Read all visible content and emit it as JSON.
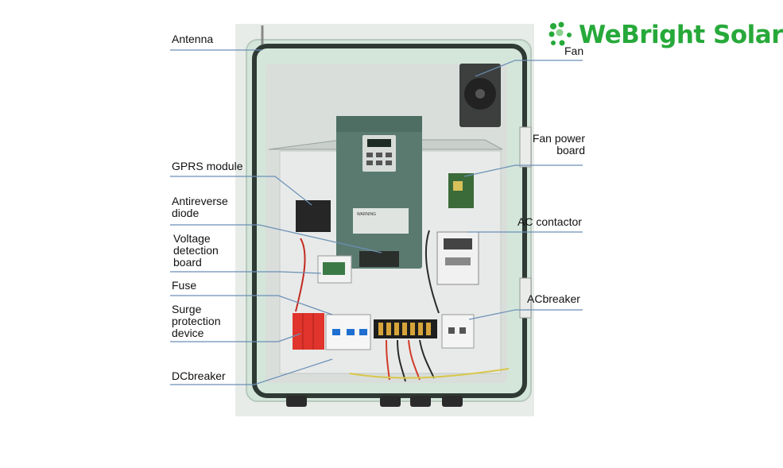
{
  "brand": {
    "name": "WeBright Solar",
    "color": "#27a93a"
  },
  "labels": {
    "antenna": "Antenna",
    "gprs_module": "GPRS  module",
    "antireverse_diode": [
      "Antireverse",
      "diode"
    ],
    "voltage_detection_board": [
      "Voltage",
      "detection",
      "board"
    ],
    "fuse": "Fuse",
    "surge_protection_device": [
      "Surge",
      "protection",
      "device"
    ],
    "dc_breaker": "DCbreaker",
    "fan": "Fan",
    "fan_power_board": [
      "Fan power",
      "board"
    ],
    "ac_contactor": "AC contactor",
    "ac_breaker": "ACbreaker"
  },
  "inverter_panel": {
    "warning_label": "WARNING"
  },
  "colors": {
    "leader_line": "#6c8fb6",
    "enclosure": "#cfe3d6",
    "inverter": "#4a6a60",
    "spd": "#e0342c"
  }
}
